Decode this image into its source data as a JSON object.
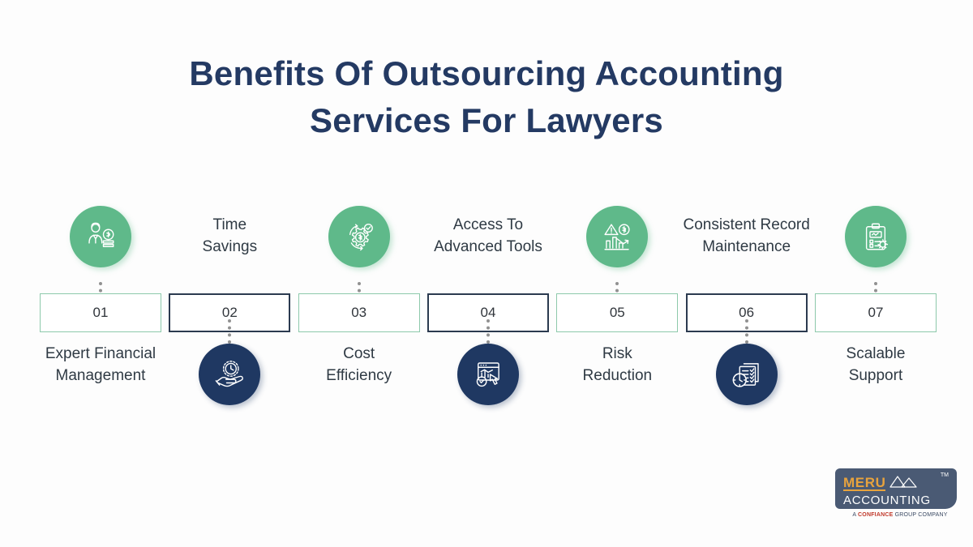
{
  "title": {
    "line1": "Benefits Of Outsourcing Accounting",
    "line2": "Services For Lawyers"
  },
  "colors": {
    "title_navy": "#243a63",
    "accent_green": "#5fb98a",
    "accent_navy": "#1f3862",
    "box_green_border": "#8dc9ab",
    "box_green_shadow": "#cfe8db",
    "box_navy_border": "#2b3a4f",
    "box_navy_shadow": "#6b7fae",
    "label_text": "#2f3a44",
    "background": "#fdfdfd"
  },
  "steps": [
    {
      "number": "01",
      "label": "Expert Financial\nManagement",
      "icon": "businessman-with-money-icon",
      "icon_position": "top",
      "label_position": "bottom",
      "style": "green"
    },
    {
      "number": "02",
      "label": "Time\nSavings",
      "icon": "hand-holding-clock-icon",
      "icon_position": "bottom",
      "label_position": "top",
      "style": "navy"
    },
    {
      "number": "03",
      "label": "Cost\nEfficiency",
      "icon": "gear-dollar-check-icon",
      "icon_position": "top",
      "label_position": "bottom",
      "style": "green"
    },
    {
      "number": "04",
      "label": "Access To\nAdvanced Tools",
      "icon": "dashboard-hand-tap-icon",
      "icon_position": "bottom",
      "label_position": "top",
      "style": "navy"
    },
    {
      "number": "05",
      "label": "Risk\nReduction",
      "icon": "risk-warning-chart-icon",
      "icon_position": "top",
      "label_position": "bottom",
      "style": "green"
    },
    {
      "number": "06",
      "label": "Consistent Record\nMaintenance",
      "icon": "checklist-clock-icon",
      "icon_position": "bottom",
      "label_position": "top",
      "style": "navy"
    },
    {
      "number": "07",
      "label": "Scalable\nSupport",
      "icon": "clipboard-gear-icon",
      "icon_position": "top",
      "label_position": "bottom",
      "style": "green"
    }
  ],
  "logo": {
    "brand_primary": "MERU",
    "brand_secondary": "ACCOUNTING",
    "trademark": "TM",
    "mountain_icon": "mountain-peaks-icon",
    "tagline_prefix": "A ",
    "tagline_brand": "CONFIANCE",
    "tagline_suffix": " GROUP COMPANY"
  }
}
